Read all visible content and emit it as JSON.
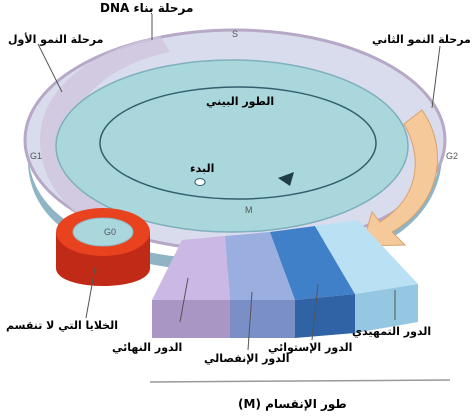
{
  "labels": {
    "dna_phase": "مرحلة بناء DNA",
    "g1_phase": "مرحلة النمو الأول",
    "g2_phase": "مرحلة النمو الثاني",
    "interphase": "الطور البيني",
    "start": "البدء",
    "non_dividing": "الخلايا التي لا تنقسم",
    "prophase": "الدور التمهيدي",
    "metaphase": "الدور الإستوائي",
    "anaphase": "الدور الإنفصالي",
    "telophase": "الدور النهائي",
    "mitosis": "طور الإنقسام (M)"
  },
  "ring_letters": {
    "s": "S",
    "g1": "G1",
    "g2": "G2",
    "m": "M",
    "g0": "G0"
  },
  "colors": {
    "disk_fill": "#a9d7dc",
    "ring_top": "#d9dcec",
    "ring_side": "#b6a8c6",
    "g2_arrow": "#f5c99a",
    "g0_red": "#d8311c",
    "prophase": "#b9e1f3",
    "metaphase": "#3f80c8",
    "anaphase": "#9aaee0",
    "telophase": "#cbb8e4"
  }
}
